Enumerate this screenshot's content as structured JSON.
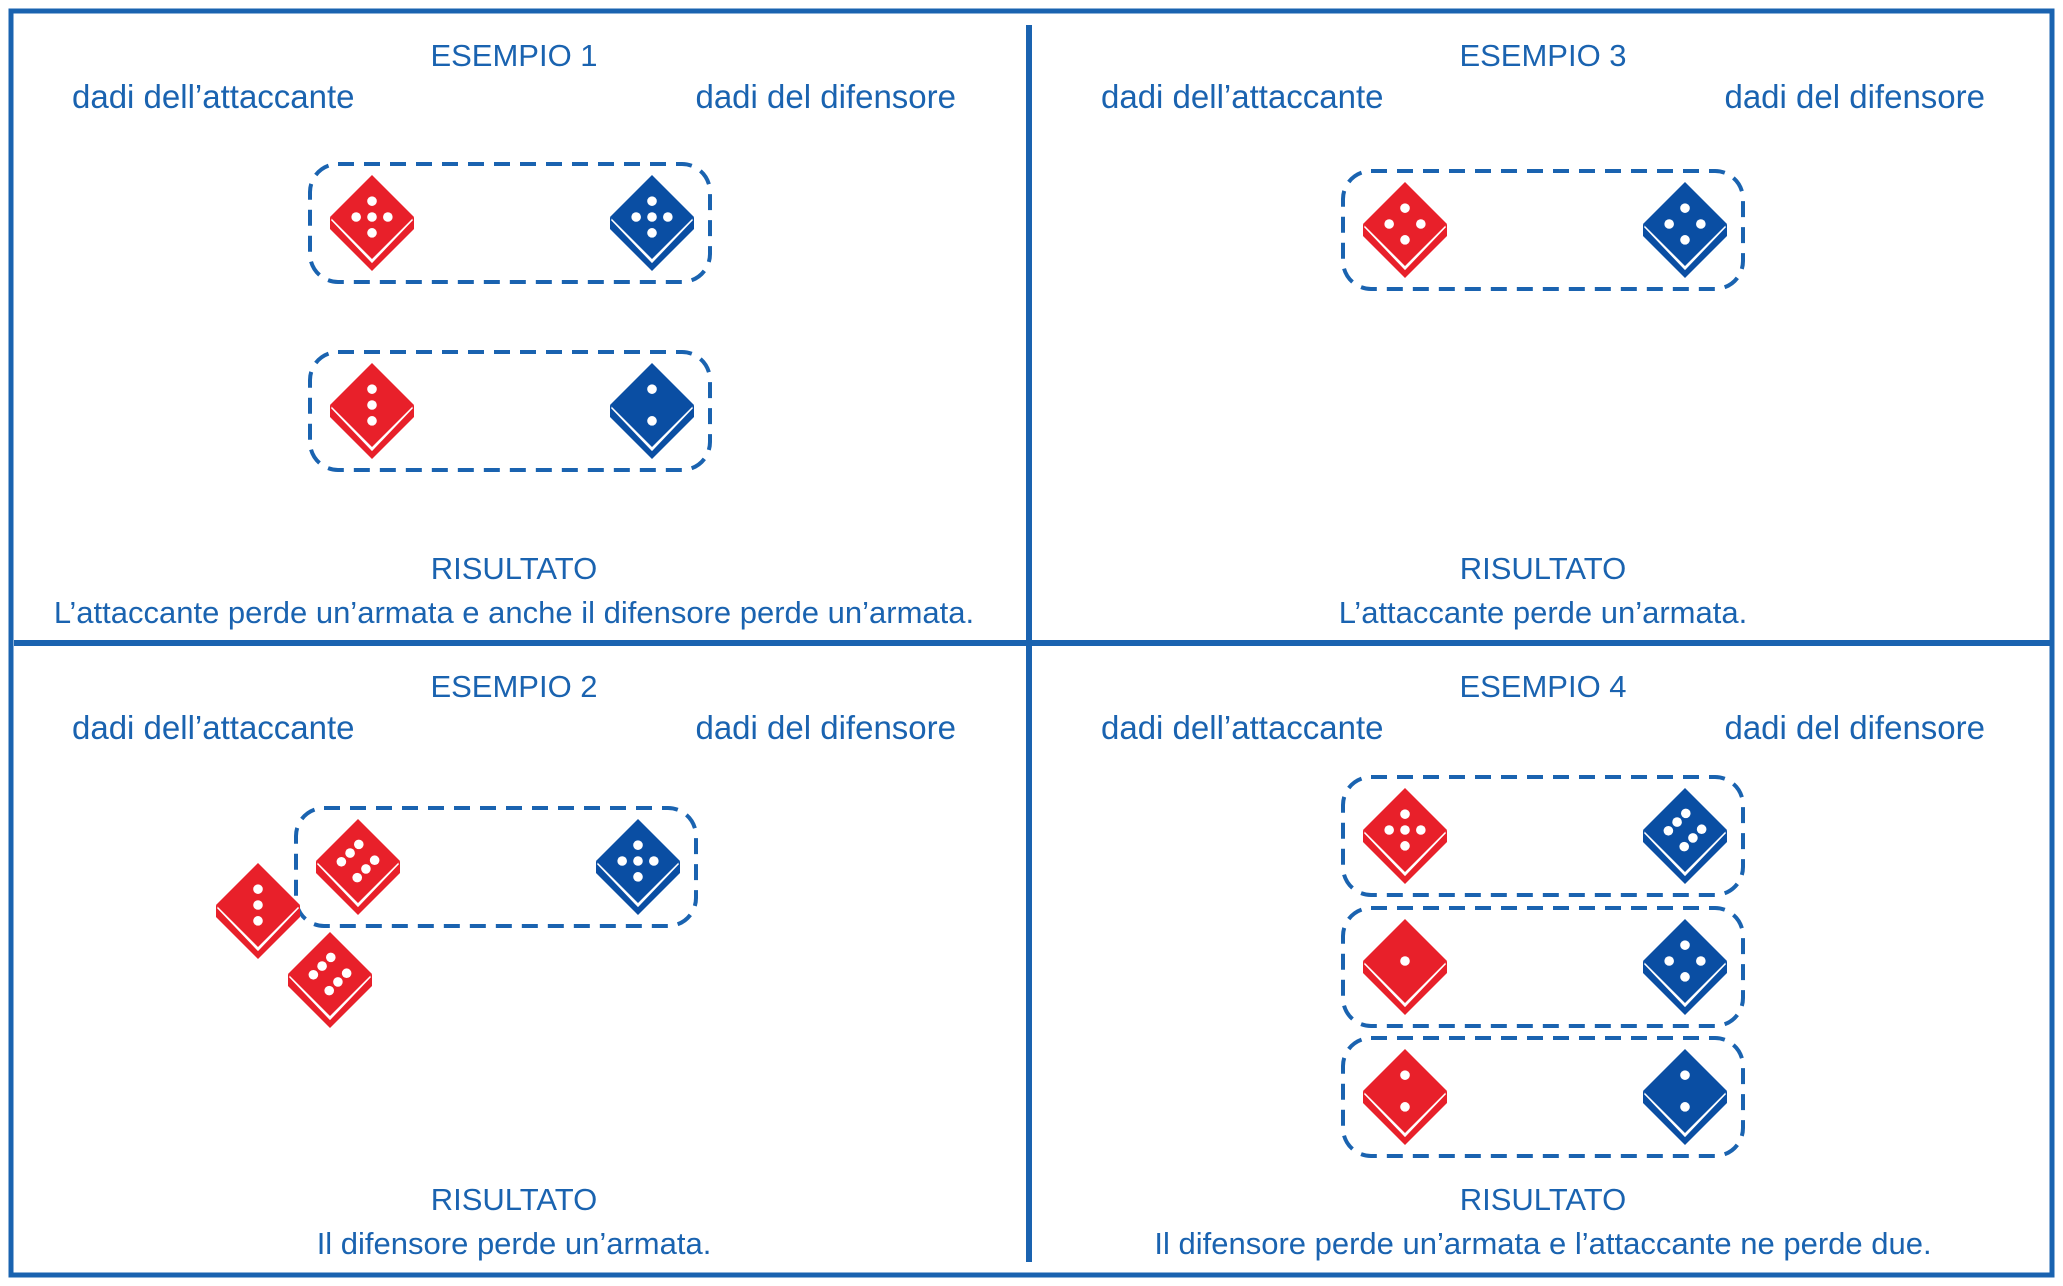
{
  "colors": {
    "frame": "#1a63b0",
    "text": "#1a63b0",
    "attacker_die": "#e8202a",
    "defender_die": "#0a4ea3",
    "pip": "#ffffff"
  },
  "panels": [
    {
      "title": "ESEMPIO 1",
      "attacker_label": "dadi dell’attaccante",
      "defender_label": "dadi del difensore",
      "result_title": "RISULTATO",
      "result_text": "L’attaccante perde un’armata e anche il difensore perde un’armata.",
      "pairs": [
        {
          "attacker": 5,
          "defender": 5
        },
        {
          "attacker": 3,
          "defender": 2
        }
      ],
      "extra_attacker_dice": []
    },
    {
      "title": "ESEMPIO 3",
      "attacker_label": "dadi dell’attaccante",
      "defender_label": "dadi del difensore",
      "result_title": "RISULTATO",
      "result_text": "L’attaccante perde un’armata.",
      "pairs": [
        {
          "attacker": 4,
          "defender": 4
        }
      ],
      "extra_attacker_dice": []
    },
    {
      "title": "ESEMPIO 2",
      "attacker_label": "dadi dell’attaccante",
      "defender_label": "dadi del difensore",
      "result_title": "RISULTATO",
      "result_text": "Il difensore perde un’armata.",
      "pairs": [
        {
          "attacker": 6,
          "defender": 5
        }
      ],
      "extra_attacker_dice": [
        3,
        6
      ]
    },
    {
      "title": "ESEMPIO 4",
      "attacker_label": "dadi dell’attaccante",
      "defender_label": "dadi del difensore",
      "result_title": "RISULTATO",
      "result_text": "Il difensore perde un’armata e l’attaccante ne perde due.",
      "pairs": [
        {
          "attacker": 5,
          "defender": 6
        },
        {
          "attacker": 1,
          "defender": 4
        },
        {
          "attacker": 2,
          "defender": 2
        }
      ],
      "extra_attacker_dice": []
    }
  ]
}
